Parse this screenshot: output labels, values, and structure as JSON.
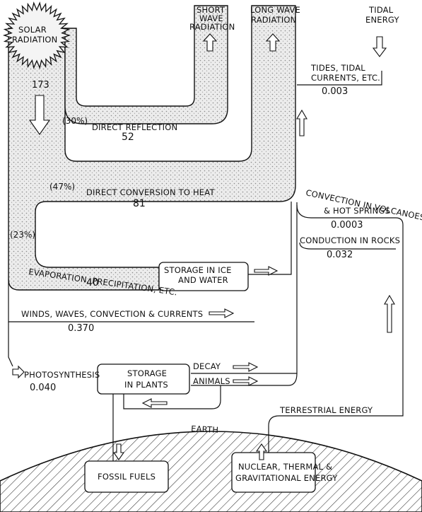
{
  "nodes": {
    "solar_radiation": {
      "label_line1": "SOLAR",
      "label_line2": "RADIATION",
      "value": "173"
    },
    "short_wave": {
      "line1": "SHORT",
      "line2": "WAVE",
      "line3": "RADIATION"
    },
    "long_wave": {
      "line1": "LONG WAVE",
      "line2": "RADIATION"
    },
    "tidal_energy": {
      "line1": "TIDAL",
      "line2": "ENERGY"
    },
    "earth": {
      "label": "EARTH"
    }
  },
  "flows": {
    "direct_reflection": {
      "pct": "(30%)",
      "label": "DIRECT  REFLECTION",
      "value": "52"
    },
    "direct_conversion": {
      "pct": "(47%)",
      "label": "DIRECT CONVERSION TO HEAT",
      "value": "81"
    },
    "evaporation": {
      "pct": "(23%)",
      "label": "EVAPORATION, PRECIPITATION, ETC.",
      "value": "40"
    },
    "winds": {
      "label": "WINDS, WAVES, CONVECTION & CURRENTS",
      "value": "0.370"
    },
    "photosynthesis": {
      "label": "PHOTOSYNTHESIS",
      "value": "0.040"
    },
    "tides": {
      "line1": "TIDES, TIDAL",
      "line2": "CURRENTS, ETC.",
      "value": "0.003"
    },
    "volcanoes": {
      "line1": "CONVECTION IN VOLCANOES",
      "line2": "& HOT SPRINGS",
      "value": "0.0003"
    },
    "rocks": {
      "label": "CONDUCTION IN ROCKS",
      "value": "0.032"
    },
    "decay": {
      "label": "DECAY"
    },
    "animals": {
      "label": "ANIMALS"
    },
    "terrestrial": {
      "label": "TERRESTRIAL  ENERGY"
    }
  },
  "boxes": {
    "storage_ice": {
      "line1": "STORAGE IN ICE",
      "line2": "AND WATER"
    },
    "storage_plants": {
      "line1": "STORAGE",
      "line2": "IN PLANTS"
    },
    "fossil_fuels": {
      "label": "FOSSIL FUELS"
    },
    "nuclear": {
      "line1": "NUCLEAR, THERMAL &",
      "line2": "GRAVITATIONAL ENERGY"
    }
  }
}
